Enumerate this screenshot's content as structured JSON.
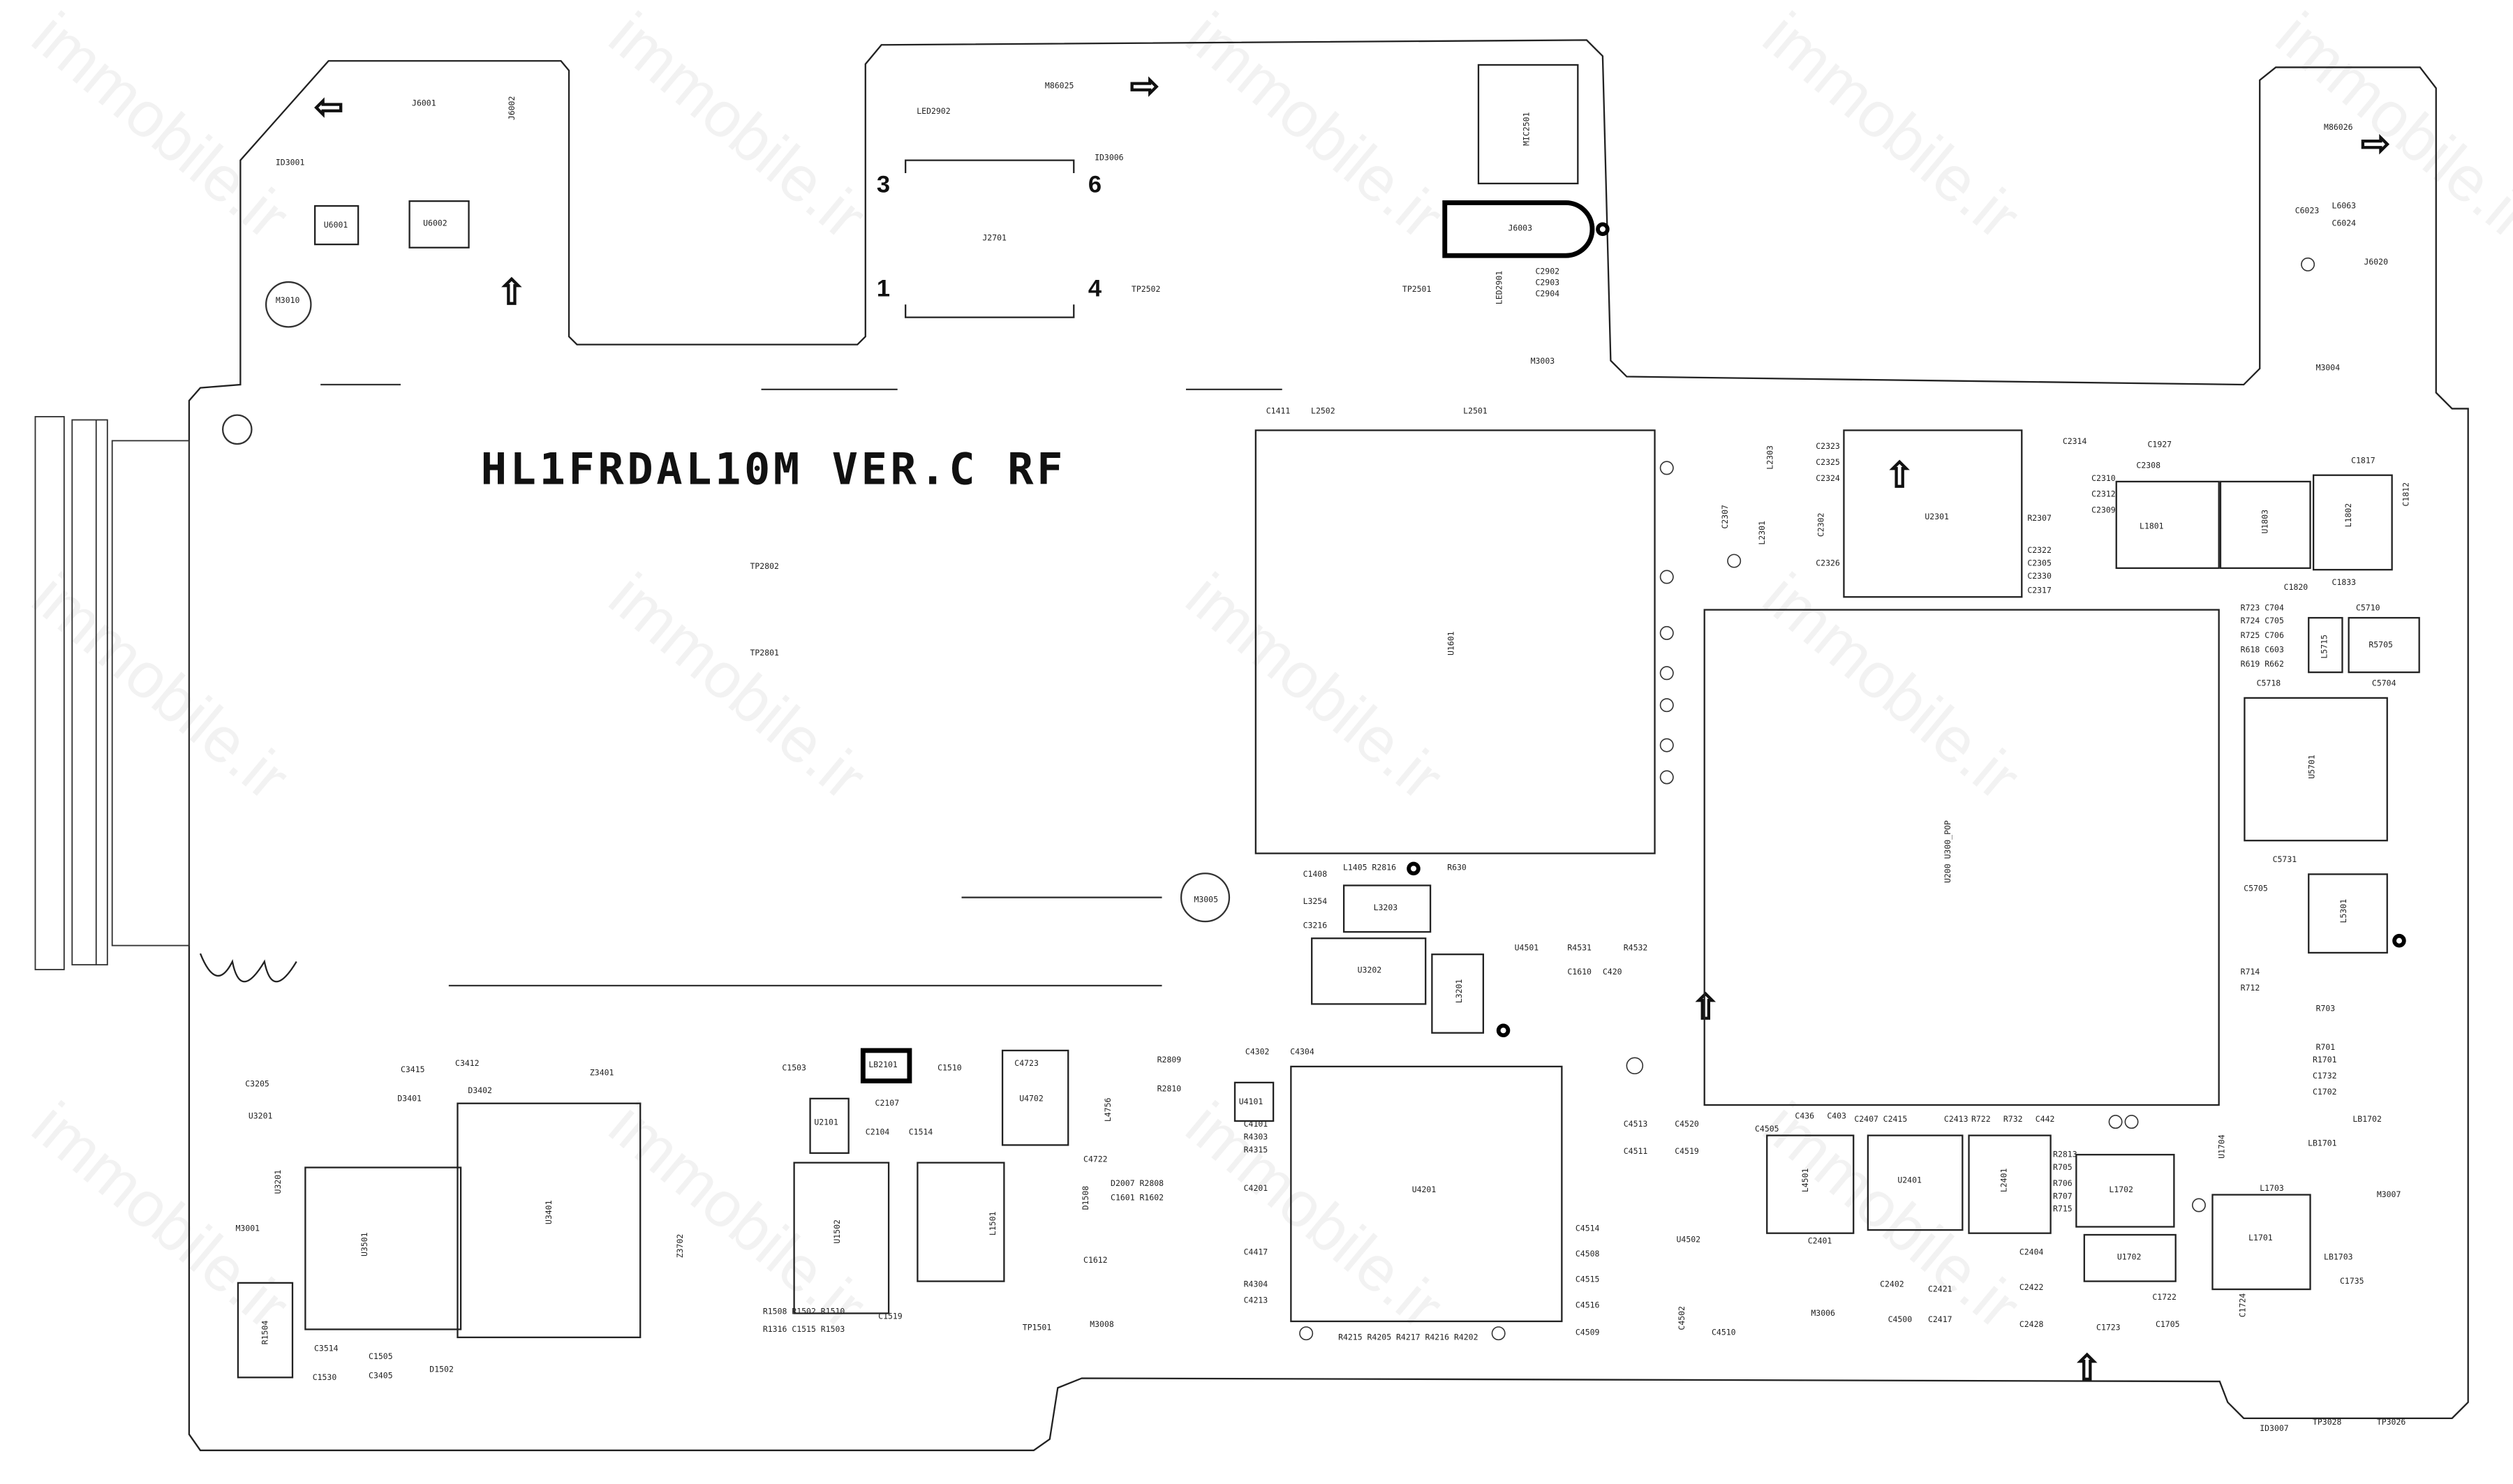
{
  "board": {
    "title": "HL1FRDAL10M VER.C RF",
    "watermark": "immobile.ir"
  },
  "connector_pins": [
    "3",
    "6",
    "1",
    "4"
  ],
  "chips": {
    "u1601": "U1601",
    "u200": "U200 U300_POP",
    "u4201": "U4201",
    "u3501": "U3501",
    "u3401": "U3401",
    "u2301": "U2301",
    "u5701": "U5701",
    "mic2501": "MIC2501",
    "j6003": "J6003",
    "j2701": "J2701",
    "u2401": "U2401",
    "l2401": "L2401",
    "l1701": "L1701",
    "u4502": "U4502",
    "u1502": "U1502",
    "l1501": "L1501",
    "u4702": "U4702",
    "l1801": "L1801",
    "u1803": "U1803",
    "l1802": "L1802",
    "u3202": "U3202",
    "l3203": "L3203",
    "l3201": "L3201",
    "u6001": "U6001",
    "u6002": "U6002",
    "l4501": "L4501",
    "u1702": "U1702",
    "r1504": "R1504",
    "u4101": "U4101",
    "u2101": "U2101",
    "u3201": "U3201",
    "l5301": "L5301",
    "l5715": "L5715",
    "r5705": "R5705"
  },
  "labels": {
    "m3010": "M3010",
    "m3001": "M3001",
    "m3005": "M3005",
    "m3003": "M3003",
    "m3004": "M3004",
    "m3006": "M3006",
    "m3007": "M3007",
    "m3008": "M3008",
    "id3001": "ID3001",
    "id3006": "ID3006",
    "id3007": "ID3007",
    "j6001": "J6001",
    "j6002": "J6002",
    "j6020": "J6020",
    "led2902": "LED2902",
    "led2901": "LED2901",
    "m86025": "M86025",
    "m86026": "M86026",
    "tp2502": "TP2502",
    "tp2501": "TP2501",
    "tp2802": "TP2802",
    "tp2801": "TP2801",
    "tp1501": "TP1501",
    "tp3028": "TP3028",
    "tp3026": "TP3026",
    "c2902": "C2902",
    "c2903": "C2903",
    "c2904": "C2904",
    "c6023": "C6023",
    "l6063": "L6063",
    "c6024": "C6024",
    "c1411": "C1411",
    "l2502": "L2502",
    "l2501": "L2501",
    "c1408": "C1408",
    "l3254": "L3254",
    "c3216": "C3216",
    "l1405": "L1405 R2816",
    "r630": "R630",
    "c1610": "C1610",
    "c420": "C420",
    "u4501": "U4501",
    "r4531": "R4531",
    "r4532": "R4532",
    "c3412": "C3412",
    "c3415": "C3415",
    "d3401": "D3401",
    "d3402": "D3402",
    "z3401": "Z3401",
    "z3702": "Z3702",
    "c3205": "C3205",
    "u3201b": "U3201",
    "c1503": "C1503",
    "lb2101": "LB2101",
    "c1510": "C1510",
    "c2107": "C2107",
    "c2104": "C2104",
    "c1514": "C1514",
    "c4723": "C4723",
    "l4756": "L4756",
    "c4722": "C4722",
    "d1508": "D1508",
    "r2809": "R2809",
    "r2810": "R2810",
    "c1519": "C1519",
    "c1530": "C1530",
    "c3405": "C3405",
    "d1502": "D1502",
    "c1505": "C1505",
    "c3514": "C3514",
    "c2404": "C2404",
    "c2422": "C2422",
    "c2428": "C2428",
    "c1723": "C1723",
    "c1722": "C1722",
    "c1705": "C1705",
    "l1702": "L1702",
    "l1703": "L1703",
    "c4510": "C4510",
    "c4509": "C4509",
    "c4514": "C4514",
    "c4508": "C4508",
    "c4515": "C4515",
    "c4516": "C4516",
    "c4511": "C4511",
    "c4519": "C4519",
    "c4513": "C4513",
    "c4520": "C4520",
    "r4215": "R4215 R4205 R4217 R4216 R4202",
    "c1820": "C1820",
    "c1833": "C1833",
    "c5710": "C5710",
    "c5704": "C5704",
    "c5718": "C5718",
    "c5731": "C5731",
    "c5705": "C5705",
    "c1817": "C1817",
    "c1812": "C1812",
    "c1927": "C1927",
    "c2308": "C2308",
    "c2307": "C2307",
    "c2302": "C2302",
    "l2301": "L2301",
    "l2303": "L2303",
    "c2323": "C2323",
    "c2325": "C2325",
    "c2324": "C2324",
    "c2322": "C2322",
    "c2326": "C2326",
    "c2317": "C2317",
    "c2305": "C2305",
    "c2330": "C2330",
    "c2310": "C2310",
    "c2312": "C2312",
    "c2309": "C2309",
    "c2314": "C2314",
    "r2307": "R2307",
    "l1701b": "LB1701",
    "lb1702": "LB1702",
    "c1735": "C1735",
    "lb1703": "LB1703",
    "c1724": "C1724",
    "u1704": "U1704",
    "c4302": "C4302",
    "c4304": "C4304",
    "c4101": "C4101",
    "r4303": "R4303",
    "r4315": "R4315",
    "c4201": "C4201",
    "c4417": "C4417",
    "r4304": "R4304",
    "c4213": "C4213",
    "c1612": "C1612",
    "c1601": "C1601 R1602",
    "d2007": "D2007 R2808",
    "c2415": "C2415",
    "c2407": "C2407",
    "c2413": "C2413",
    "c2401": "C2401",
    "c4505": "C4505",
    "c436": "C436",
    "c403": "C403",
    "r722": "R722",
    "r732": "R732",
    "c442": "C442",
    "r705": "R705",
    "r706": "R706",
    "r707": "R707",
    "r715": "R715",
    "r2813": "R2813",
    "c2417": "C2417",
    "c2421": "C2421",
    "c2402": "C2402",
    "c4502": "C4502",
    "c4500": "C4500",
    "r703": "R703",
    "r701": "R701",
    "r1701": "R1701",
    "c1732": "C1732",
    "c1702": "C1702",
    "r723": "R723 C704",
    "r724": "R724 C705",
    "r725": "R725 C706",
    "r618": "R618 C603",
    "r619": "R619 R662",
    "r714": "R714",
    "r712": "R712",
    "r1516": "R1508 R1502 R1510",
    "r1517": "R1316 C1515 R1503"
  }
}
